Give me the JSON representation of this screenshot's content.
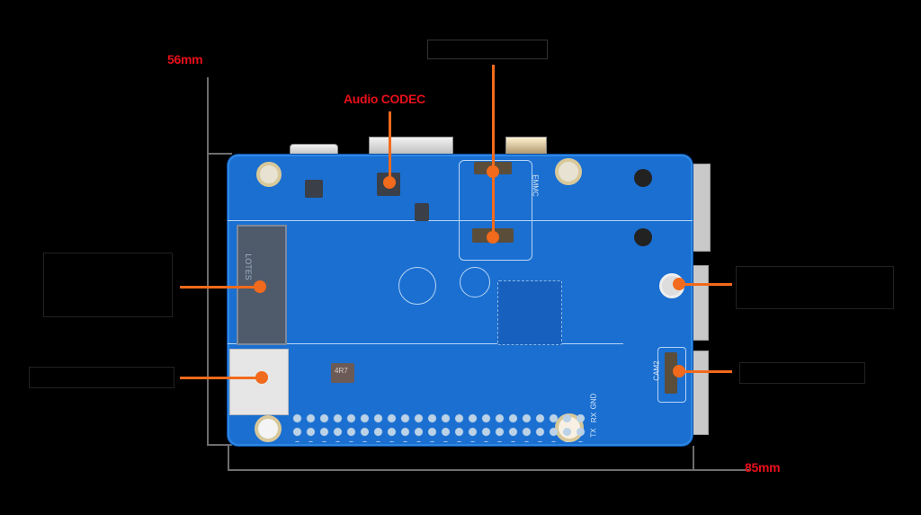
{
  "diagram": {
    "subject": "single-board computer PCB, bottom side",
    "dimensions": {
      "height_label": "56mm",
      "width_label": "85mm"
    },
    "callouts": [
      {
        "id": "audio-codec",
        "label": "Audio CODEC",
        "color": "#e8101a",
        "side": "top"
      },
      {
        "id": "top-connectors",
        "label": "",
        "side": "top"
      },
      {
        "id": "m2-slot",
        "label": "",
        "side": "left"
      },
      {
        "id": "microsd-slot",
        "label": "",
        "side": "left"
      },
      {
        "id": "right-port",
        "label": "",
        "side": "right"
      },
      {
        "id": "camera-connector",
        "label": "",
        "side": "right"
      }
    ],
    "silkscreen": {
      "emmc": "EMMC",
      "cam": "CAM2",
      "uart": [
        "TX",
        "RX",
        "GND"
      ],
      "inductor": "4R7",
      "m2_socket": "LOTES"
    },
    "colors": {
      "background": "#000000",
      "pcb": "#1a6fd1",
      "leader": "#f26a1b",
      "dimension_text": "#e8101a"
    }
  }
}
